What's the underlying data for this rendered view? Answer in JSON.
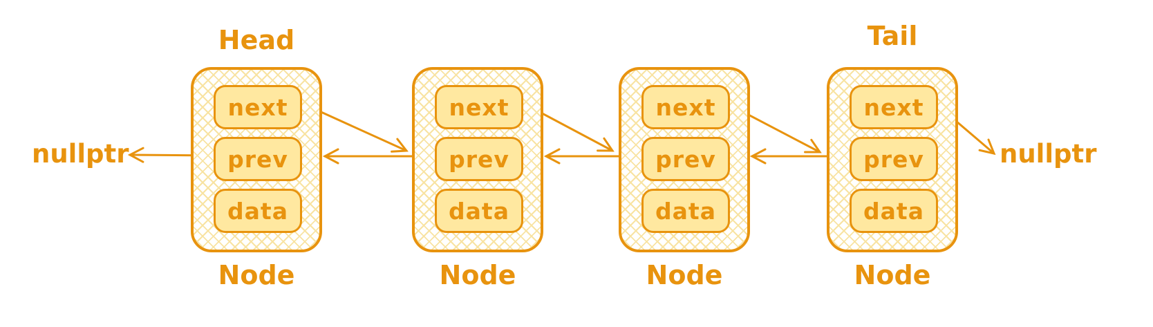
{
  "diagram": {
    "type": "doubly-linked-list",
    "left_null_label": "nullptr",
    "right_null_label": "nullptr",
    "nodes": [
      {
        "top_label": "Head",
        "bottom_label": "Node",
        "fields": {
          "next": "next",
          "prev": "prev",
          "data": "data"
        }
      },
      {
        "top_label": "",
        "bottom_label": "Node",
        "fields": {
          "next": "next",
          "prev": "prev",
          "data": "data"
        }
      },
      {
        "top_label": "",
        "bottom_label": "Node",
        "fields": {
          "next": "next",
          "prev": "prev",
          "data": "data"
        }
      },
      {
        "top_label": "Tail",
        "bottom_label": "Node",
        "fields": {
          "next": "next",
          "prev": "prev",
          "data": "data"
        }
      }
    ],
    "colors": {
      "stroke": "#e8930e",
      "field_fill": "#ffe8a0",
      "hatch": "#f8e3a2",
      "background": "#ffffff"
    }
  }
}
